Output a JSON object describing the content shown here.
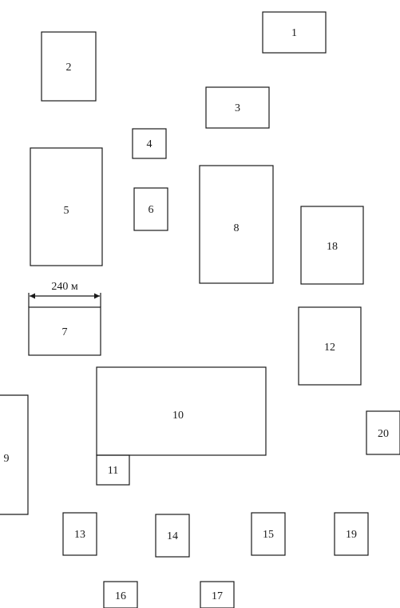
{
  "blocks": [
    {
      "id": "1",
      "label": "1"
    },
    {
      "id": "2",
      "label": "2"
    },
    {
      "id": "3",
      "label": "3"
    },
    {
      "id": "4",
      "label": "4"
    },
    {
      "id": "5",
      "label": "5"
    },
    {
      "id": "6",
      "label": "6"
    },
    {
      "id": "7",
      "label": "7"
    },
    {
      "id": "8",
      "label": "8"
    },
    {
      "id": "9",
      "label": "9"
    },
    {
      "id": "10",
      "label": "10"
    },
    {
      "id": "11",
      "label": "11"
    },
    {
      "id": "12",
      "label": "12"
    },
    {
      "id": "13",
      "label": "13"
    },
    {
      "id": "14",
      "label": "14"
    },
    {
      "id": "15",
      "label": "15"
    },
    {
      "id": "16",
      "label": "16"
    },
    {
      "id": "17",
      "label": "17"
    },
    {
      "id": "18",
      "label": "18"
    },
    {
      "id": "19",
      "label": "19"
    },
    {
      "id": "20",
      "label": "20"
    }
  ],
  "dimension": {
    "label": "240 м"
  }
}
